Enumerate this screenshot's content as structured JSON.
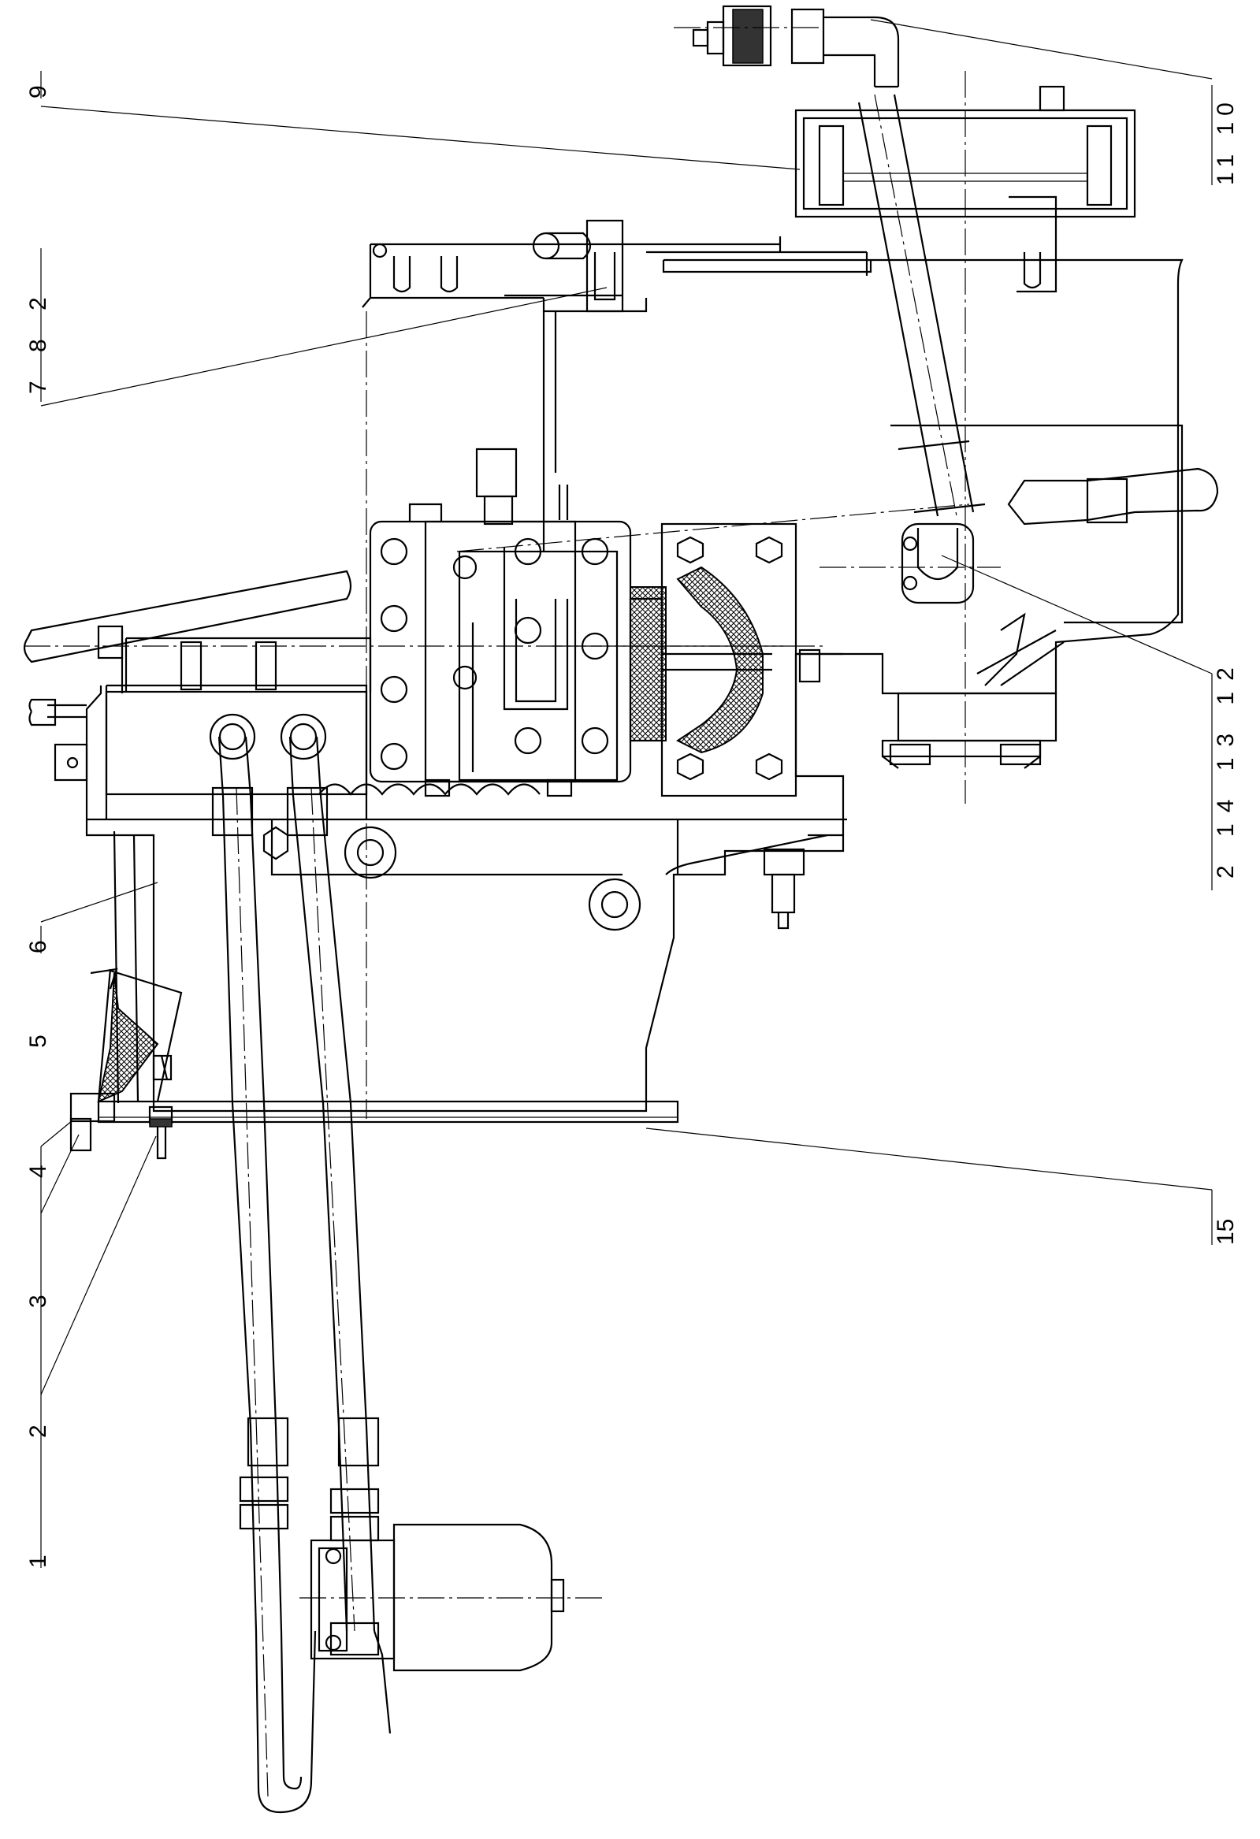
{
  "callouts": [
    {
      "id": "c9",
      "text": "9"
    },
    {
      "id": "c10",
      "text": "11 10"
    },
    {
      "id": "c7",
      "text": "7 8 2"
    },
    {
      "id": "c12",
      "text": "2 14 13 12"
    },
    {
      "id": "c6",
      "text": "6"
    },
    {
      "id": "c5",
      "text": "1 2 3 4 5"
    },
    {
      "id": "c15",
      "text": "15"
    }
  ],
  "colors": {
    "line": "#000000",
    "background": "#ffffff"
  }
}
